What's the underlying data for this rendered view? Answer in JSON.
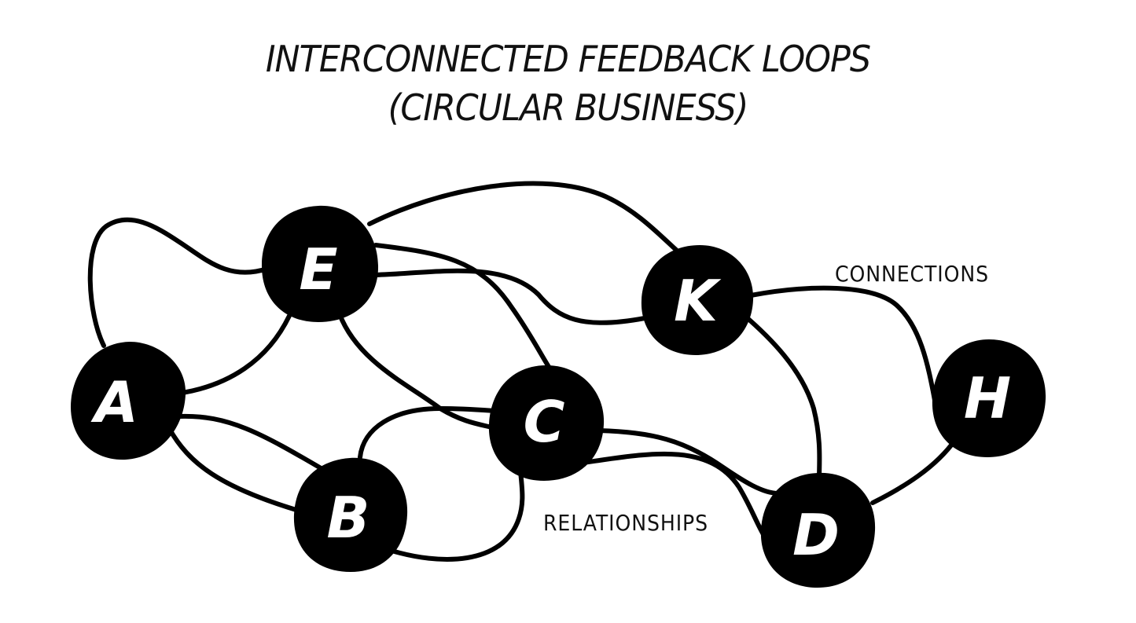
{
  "title": {
    "line1": "INTERCONNECTED FEEDBACK LOOPS",
    "line2": "(CIRCULAR BUSINESS)"
  },
  "nodes": {
    "A": "A",
    "E": "E",
    "B": "B",
    "C": "C",
    "K": "K",
    "D": "D",
    "H": "H"
  },
  "labels": {
    "connections": "CONNECTIONS",
    "relationships": "RELATIONSHIPS"
  },
  "colors": {
    "ink": "#000000",
    "node_text": "#ffffff",
    "background": "#ffffff"
  }
}
